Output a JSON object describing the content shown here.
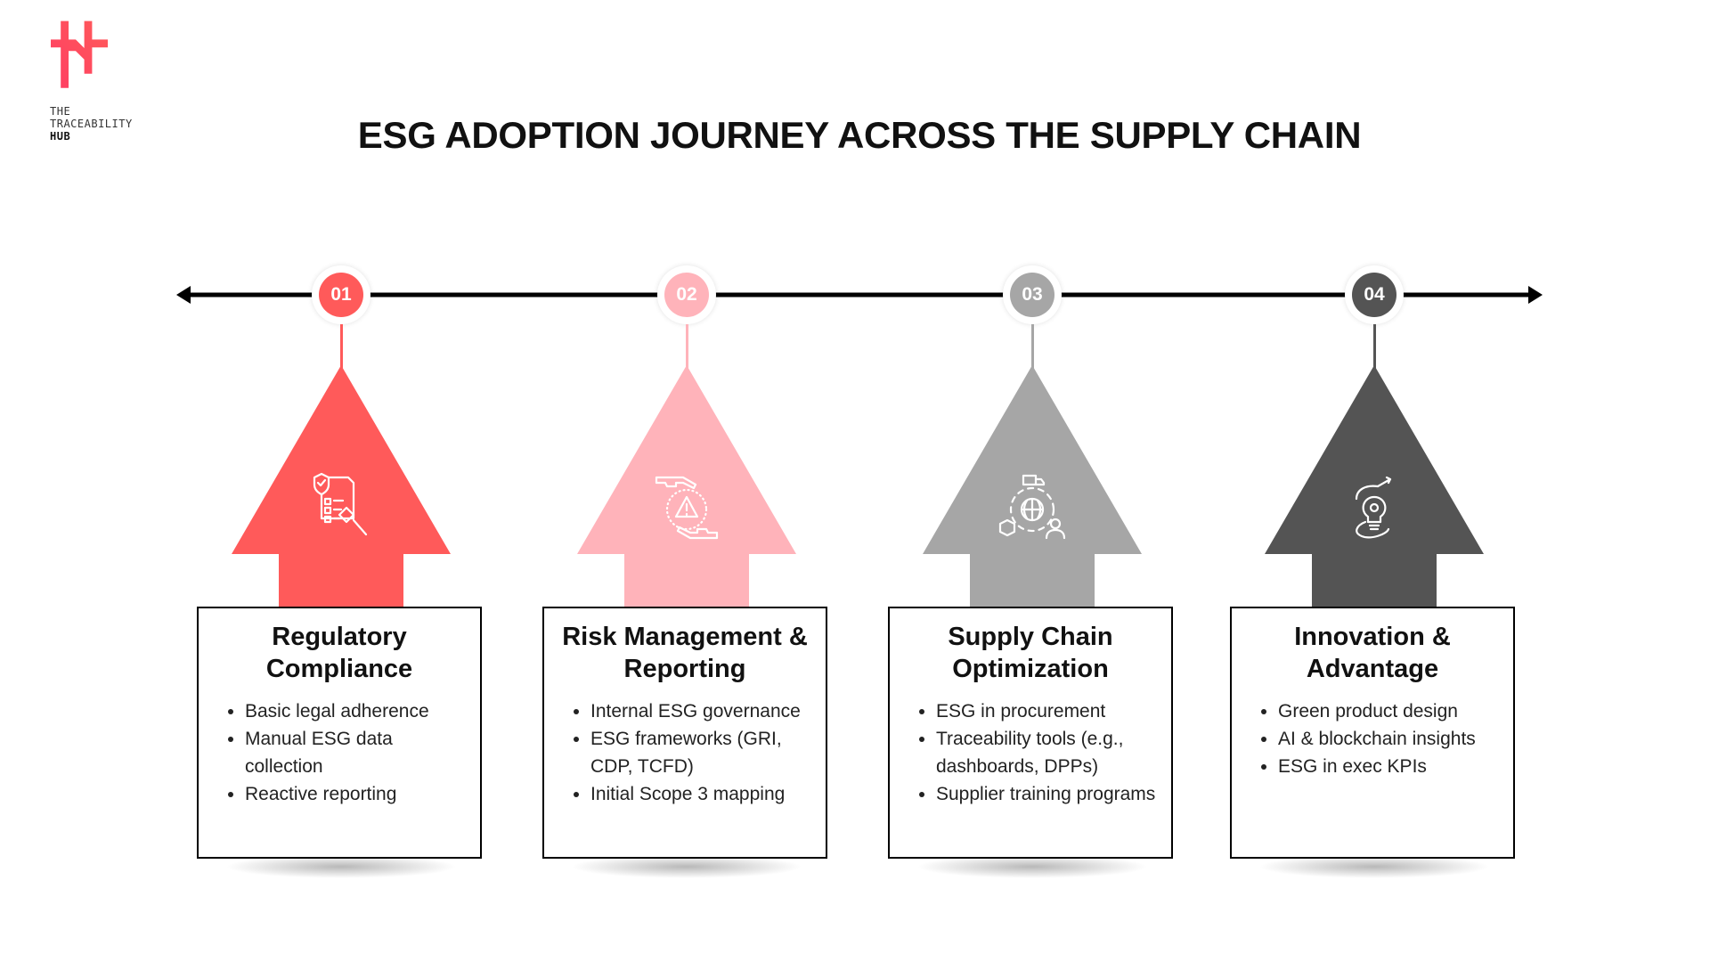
{
  "logo": {
    "line1": "THE",
    "line2": "TRACEABILITY",
    "line3": "HUB"
  },
  "title": "ESG ADOPTION JOURNEY ACROSS THE SUPPLY CHAIN",
  "steps": [
    {
      "number": "01",
      "color": "#FF5A5A",
      "icon": "compliance-checklist-gavel-icon",
      "heading": "Regulatory Compliance",
      "bullets": [
        "Basic legal adherence",
        "Manual ESG data collection",
        "Reactive reporting"
      ]
    },
    {
      "number": "02",
      "color": "#FFB3BA",
      "icon": "risk-warning-hands-icon",
      "heading": "Risk Management & Reporting",
      "bullets": [
        "Internal ESG governance",
        "ESG frameworks (GRI, CDP, TCFD)",
        "Initial Scope 3 mapping"
      ]
    },
    {
      "number": "03",
      "color": "#A6A6A6",
      "icon": "global-supply-chain-icon",
      "heading": "Supply Chain Optimization",
      "bullets": [
        "ESG in procurement",
        "Traceability tools (e.g., dashboards, DPPs)",
        "Supplier training programs"
      ]
    },
    {
      "number": "04",
      "color": "#545454",
      "icon": "innovation-lightbulb-icon",
      "heading": "Innovation & Advantage",
      "bullets": [
        "Green product design",
        "AI & blockchain insights",
        "ESG in exec KPIs"
      ]
    }
  ]
}
